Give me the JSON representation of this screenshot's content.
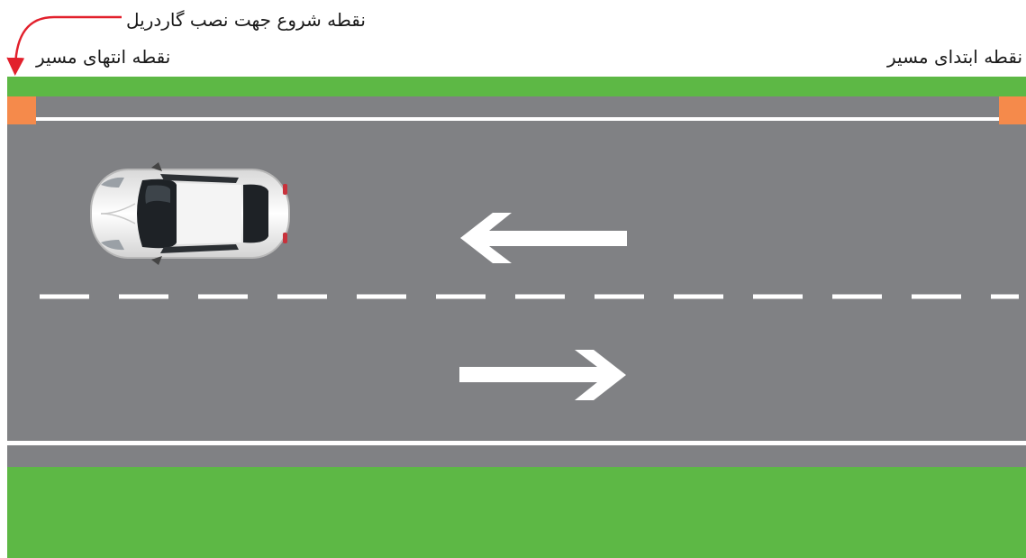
{
  "labels": {
    "guardrail_start": "نقطه شروع جهت نصب گاردریل",
    "route_end": "نقطه انتهای مسیر",
    "route_start": "نقطه ابتدای مسیر"
  },
  "colors": {
    "grass": "#5db845",
    "asphalt": "#808184",
    "marking": "#ffffff",
    "marker": "#f58a4b",
    "pointer": "#e2202c"
  },
  "icons": {
    "car": "car-top-view-icon",
    "left_arrow": "arrow-left-icon",
    "right_arrow": "arrow-right-icon"
  }
}
